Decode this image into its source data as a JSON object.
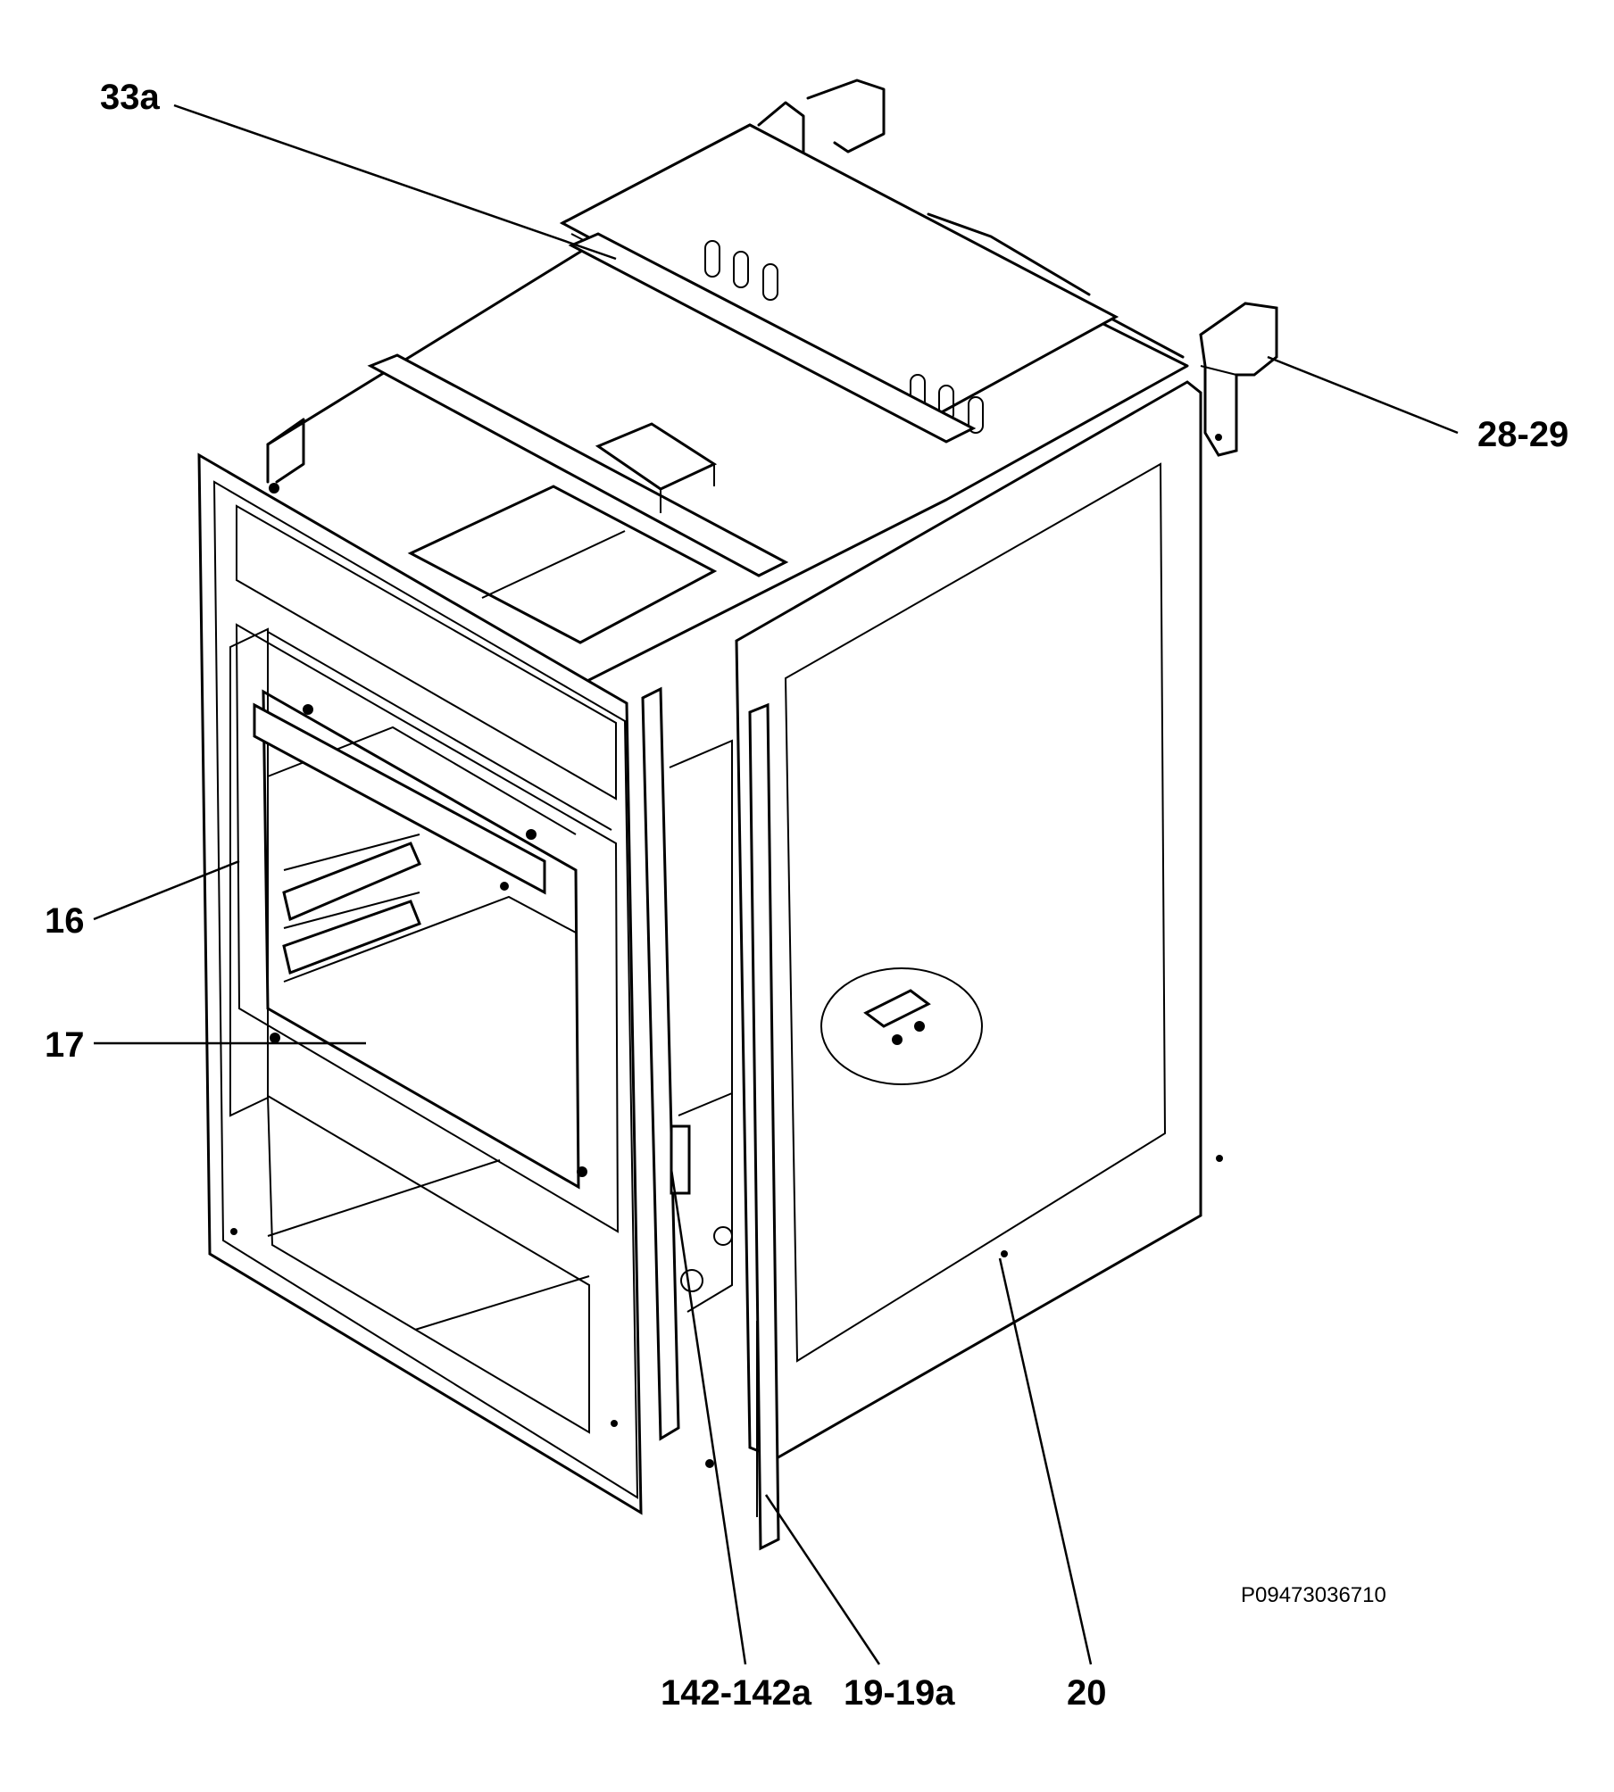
{
  "callouts": {
    "c33a": "33a",
    "c2829": "28-29",
    "c16": "16",
    "c17": "17",
    "c142": "142-142a",
    "c19": "19-19a",
    "c20": "20"
  },
  "document_id": "P09473036710"
}
